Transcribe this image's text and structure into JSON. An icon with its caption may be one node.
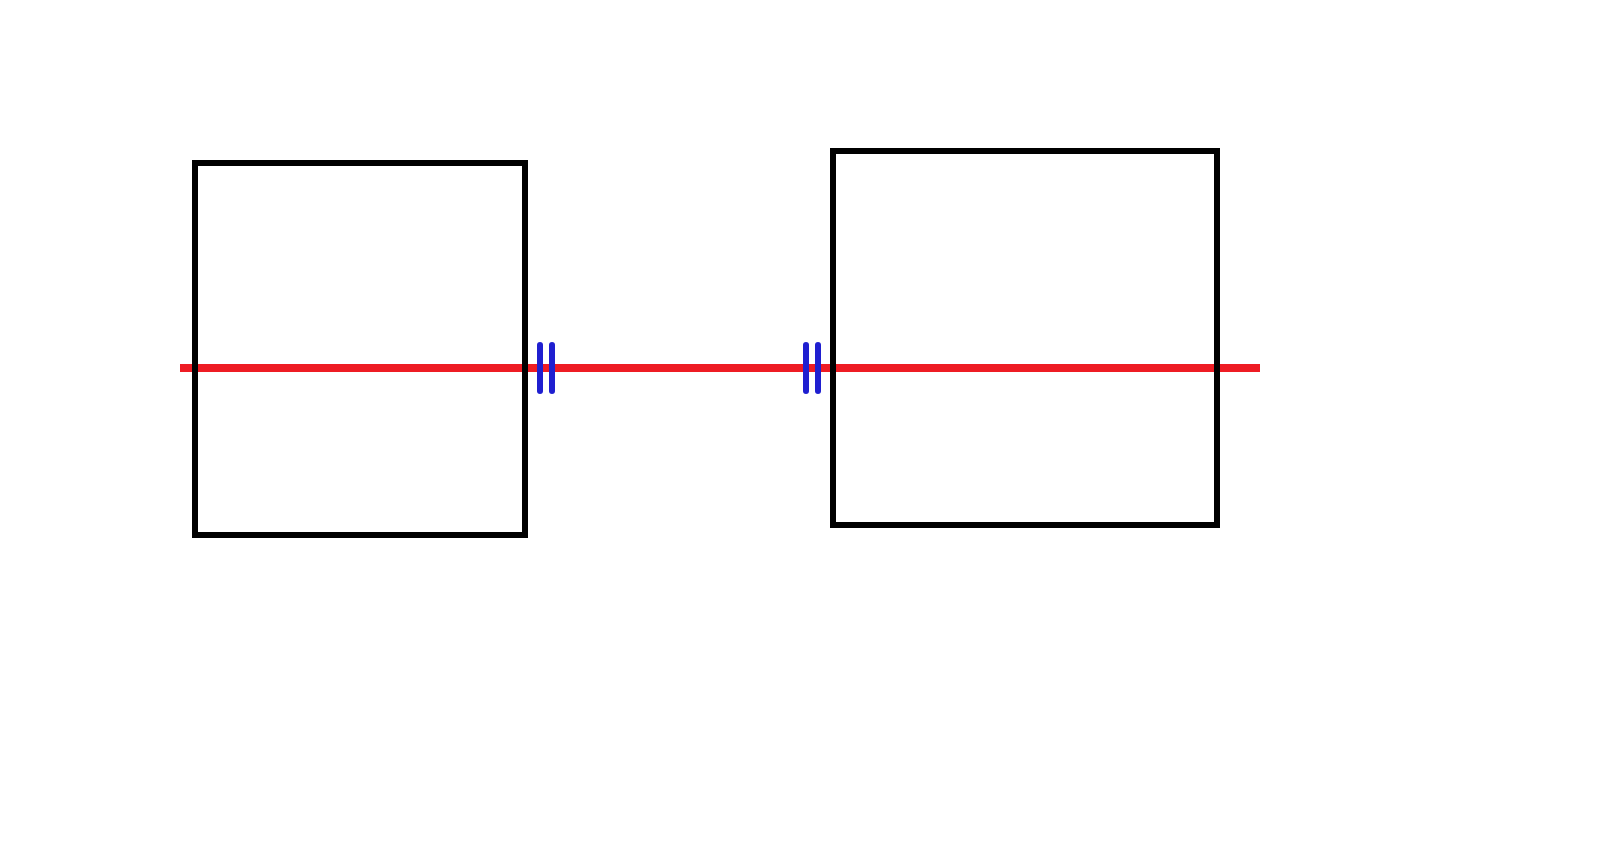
{
  "diagram": {
    "nodes": [
      {
        "text": [],
        "shape": "box"
      },
      {
        "text": [],
        "shape": "box"
      }
    ],
    "edges": [
      {
        "from": 0,
        "to": 1,
        "arrow": "other",
        "color": "#ee1c24"
      }
    ]
  }
}
